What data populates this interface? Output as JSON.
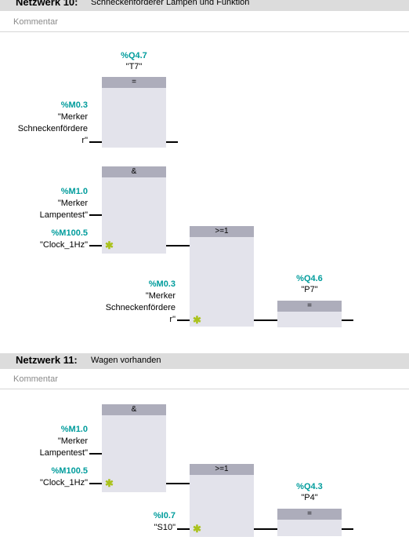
{
  "networks": [
    {
      "title": "Netzwerk 10:",
      "description": "Schneckenförderer Lampen und Funktion",
      "comment_placeholder": "Kommentar",
      "rung1": {
        "coil": {
          "op": "=",
          "address": "%Q4.7",
          "name": "\"T7\""
        },
        "input": {
          "address": "%M0.3",
          "name_lines": [
            "\"Merker",
            "Schneckenfördere",
            "r\""
          ]
        }
      },
      "rung2": {
        "and_block": {
          "op": "&",
          "input1": {
            "address": "%M1.0",
            "name_lines": [
              "\"Merker",
              "Lampentest\""
            ]
          },
          "input2": {
            "address": "%M100.5",
            "name": "\"Clock_1Hz\""
          }
        },
        "or_block": {
          "op": ">=1",
          "input2": {
            "address": "%M0.3",
            "name_lines": [
              "\"Merker",
              "Schneckenfördere",
              "r\""
            ]
          }
        },
        "coil": {
          "op": "=",
          "address": "%Q4.6",
          "name": "\"P7\""
        }
      }
    },
    {
      "title": "Netzwerk 11:",
      "description": "Wagen vorhanden",
      "comment_placeholder": "Kommentar",
      "rung1": {
        "and_block": {
          "op": "&",
          "input1": {
            "address": "%M1.0",
            "name_lines": [
              "\"Merker",
              "Lampentest\""
            ]
          },
          "input2": {
            "address": "%M100.5",
            "name": "\"Clock_1Hz\""
          }
        },
        "or_block": {
          "op": ">=1",
          "input2": {
            "address": "%I0.7",
            "name": "\"S10\""
          }
        },
        "coil": {
          "op": "=",
          "address": "%Q4.3",
          "name": "\"P4\""
        }
      }
    }
  ],
  "icons": {
    "negation": "negation-star-icon"
  },
  "colors": {
    "address": "#009c9c",
    "block_body": "#e3e3eb",
    "block_header": "#adadbb",
    "network_header": "#dcdcdc",
    "negation": "#aac21c"
  }
}
